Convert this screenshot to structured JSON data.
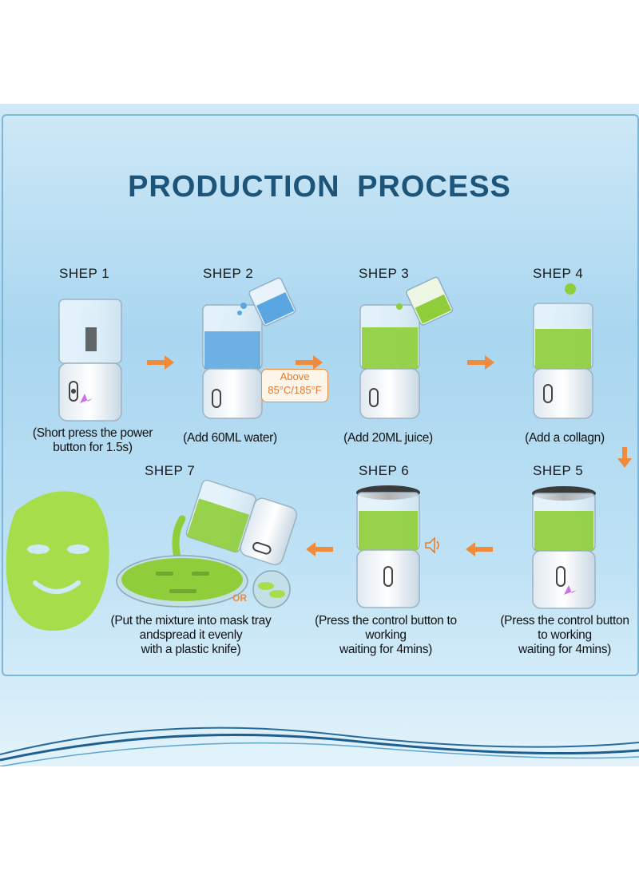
{
  "title": "PRODUCTION  PROCESS",
  "steps": [
    {
      "label": "SHEP 1",
      "caption": [
        "(Short press the power",
        "button for 1.5s)"
      ]
    },
    {
      "label": "SHEP 2",
      "caption": [
        "(Add 60ML water)"
      ]
    },
    {
      "label": "SHEP 3",
      "caption": [
        "(Add 20ML juice)"
      ]
    },
    {
      "label": "SHEP 4",
      "caption": [
        "(Add a collagn)"
      ]
    },
    {
      "label": "SHEP 5",
      "caption": [
        "(Press the control button",
        "to working",
        "waiting for 4mins)"
      ]
    },
    {
      "label": "SHEP 6",
      "caption": [
        "(Press the control button to",
        "working",
        "waiting for 4mins)"
      ]
    },
    {
      "label": "SHEP 7",
      "caption": [
        "(Put the mixture into mask tray",
        "andspread it evenly",
        "with a plastic knife)"
      ]
    }
  ],
  "temperature_note": {
    "line1": "Above",
    "line2": "85°C/185°F"
  },
  "or_label": "OR",
  "colors": {
    "title": "#1d5479",
    "arrow": "#f08a3c",
    "water": "#5aa6e0",
    "juice": "#8fce3a",
    "mask": "#a6dd4a"
  }
}
